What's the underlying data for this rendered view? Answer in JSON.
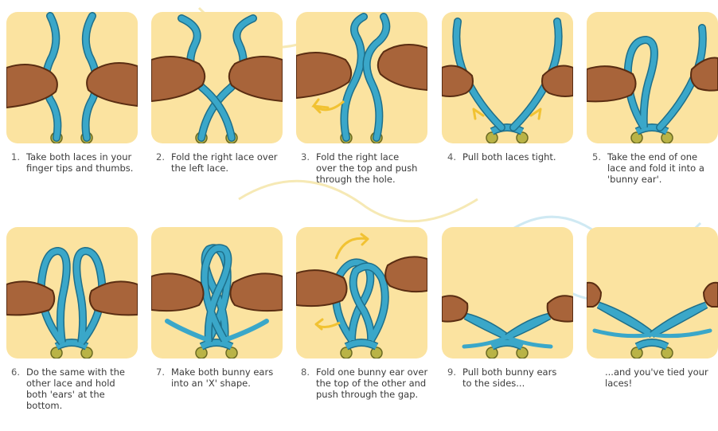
{
  "steps": [
    {
      "num": "1.",
      "text": "Take both laces in your finger tips and thumbs."
    },
    {
      "num": "2.",
      "text": "Fold the right lace over the left lace."
    },
    {
      "num": "3.",
      "text": "Fold the right lace over the top and push through the hole."
    },
    {
      "num": "4.",
      "text": "Pull both laces tight."
    },
    {
      "num": "5.",
      "text": "Take the end of one lace and fold it into a 'bunny ear'."
    },
    {
      "num": "6.",
      "text": "Do the same with the other lace and hold both 'ears' at the bottom."
    },
    {
      "num": "7.",
      "text": "Make both bunny ears into an 'X' shape."
    },
    {
      "num": "8.",
      "text": "Fold one bunny ear over the top of the other and push through the gap."
    },
    {
      "num": "9.",
      "text": "Pull both bunny ears to the sides..."
    },
    {
      "num": "",
      "text": "...and you've tied your laces!"
    }
  ],
  "colors": {
    "panel": "#fbe3a0",
    "lace": "#3aa7c9",
    "lace_edge": "#1e6f8a",
    "skin": "#a8643a",
    "skin_edge": "#5a2d12",
    "eyelet": "#b9b346",
    "arrow": "#f1c232",
    "swirl_yellow": "#f6e9b5",
    "swirl_blue": "#cfe9f3"
  }
}
